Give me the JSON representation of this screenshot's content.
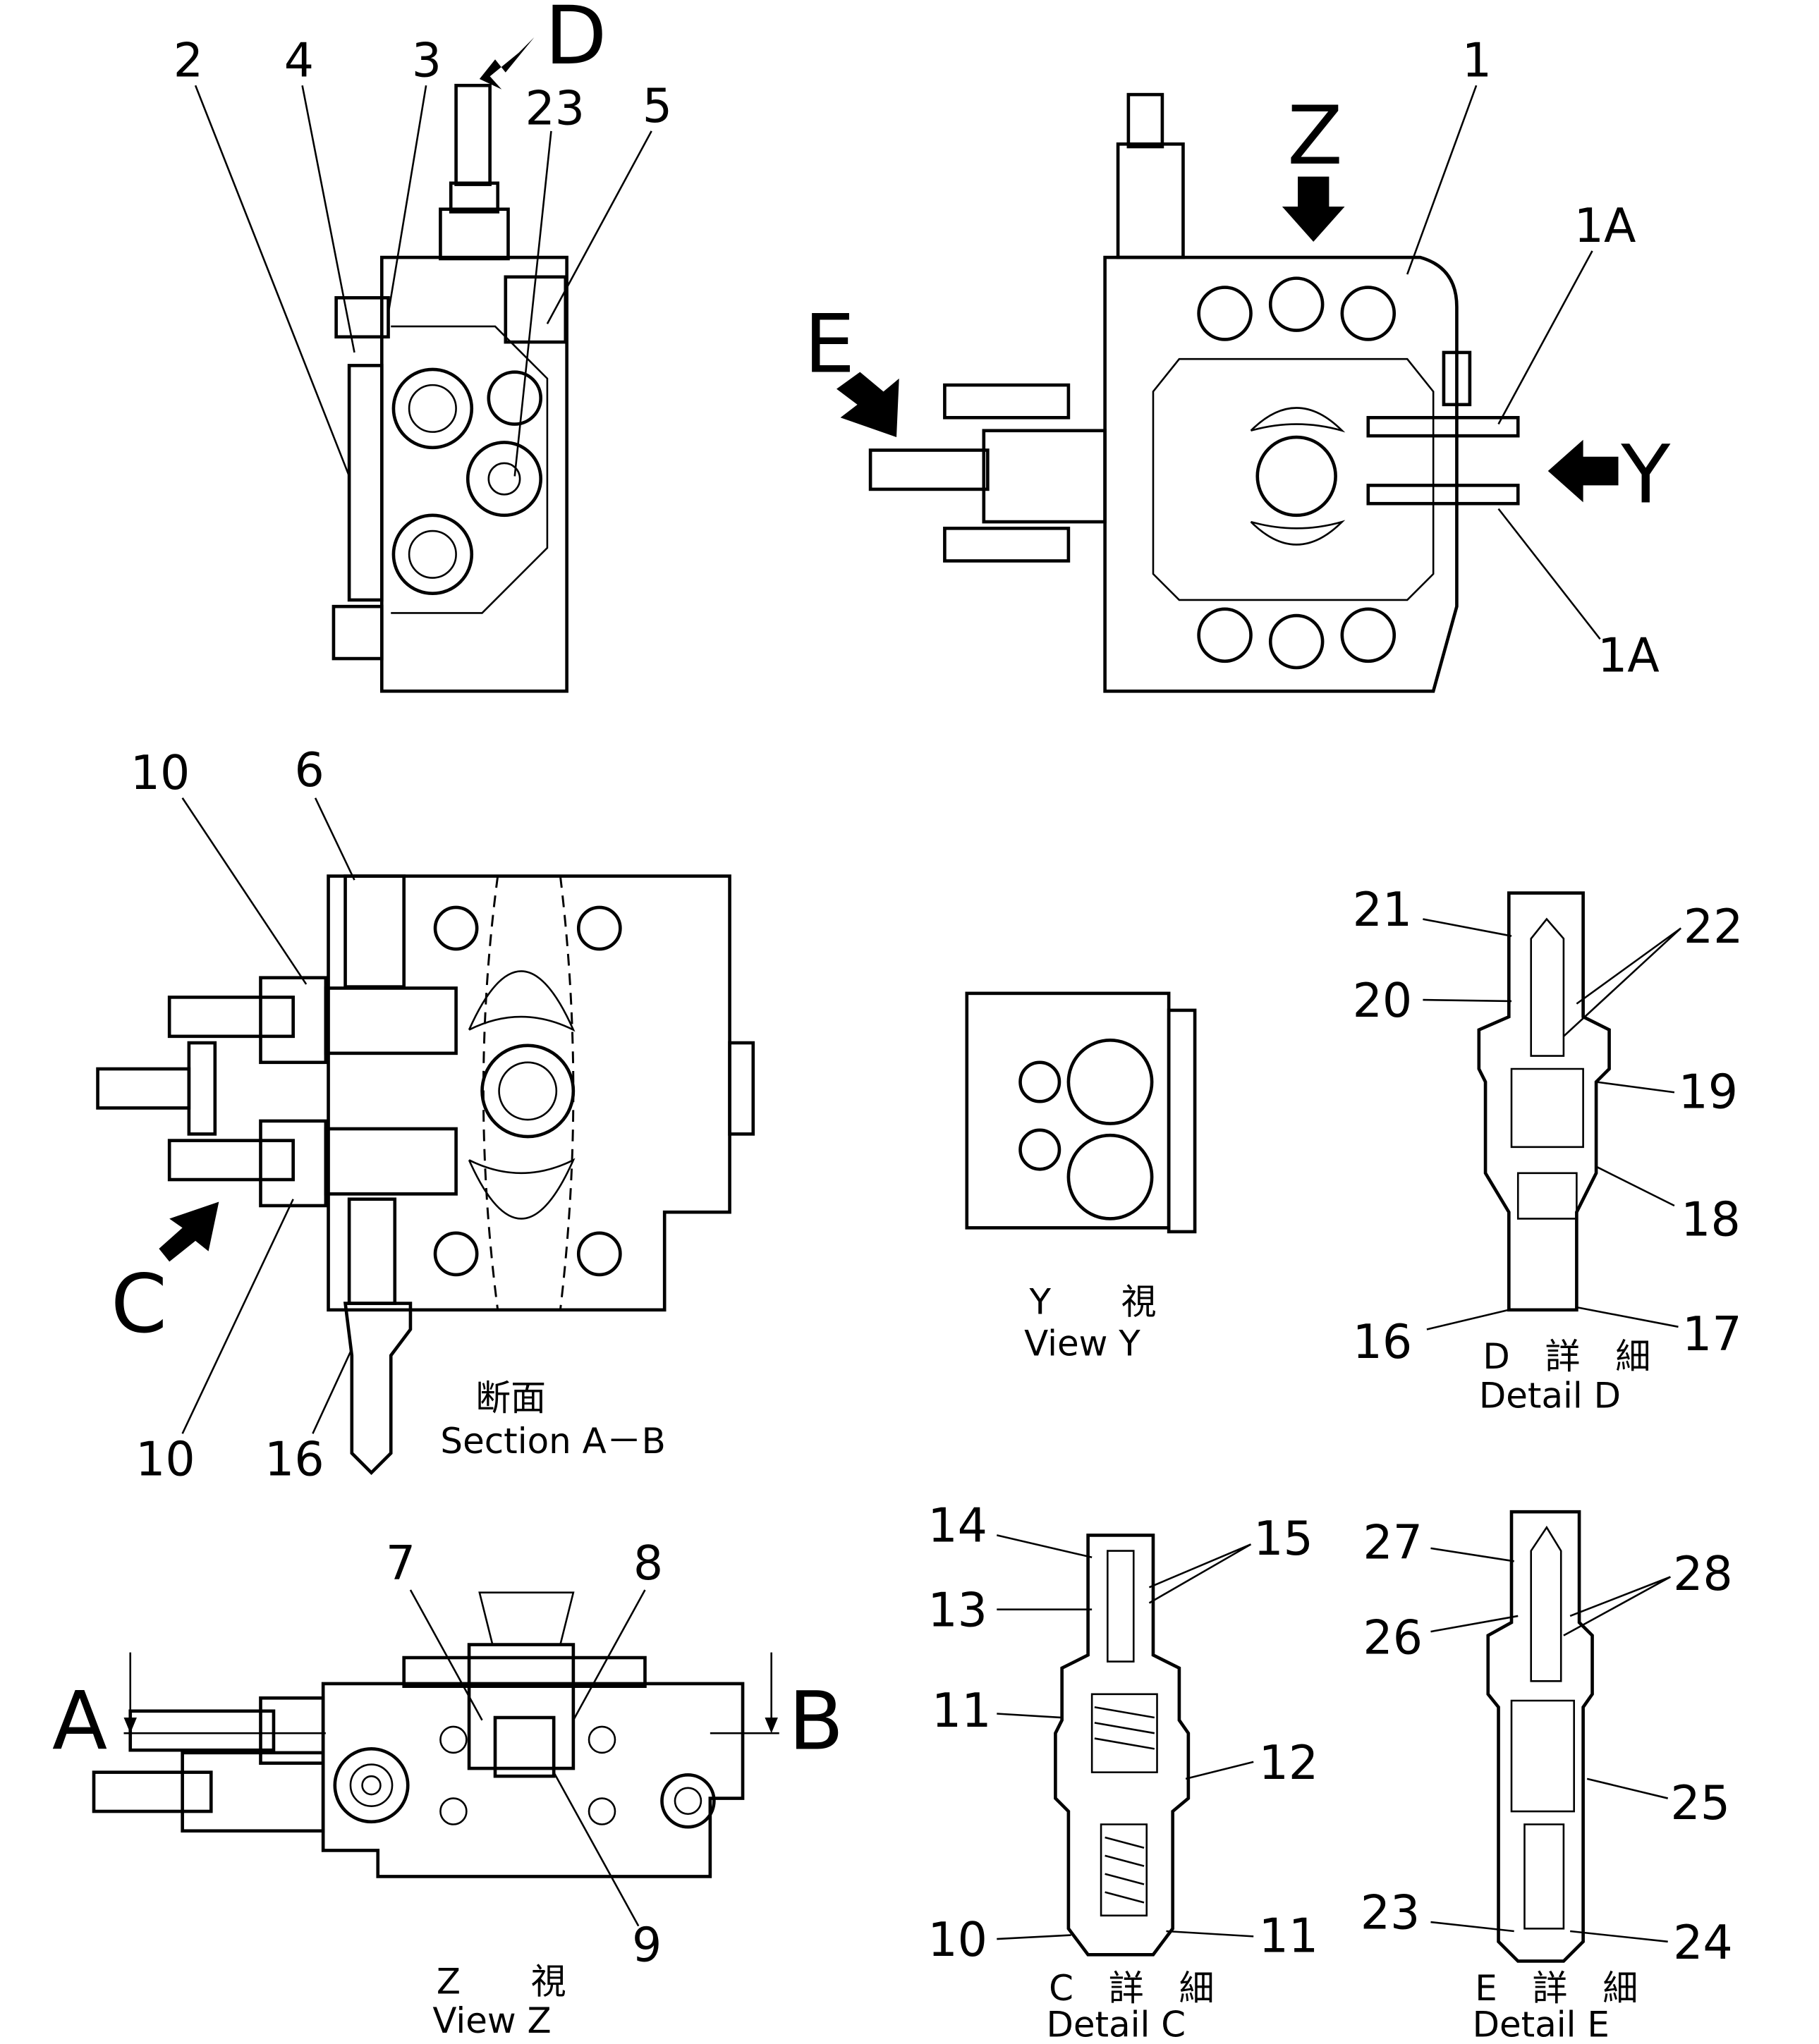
{
  "views": {
    "top_left": {
      "callouts": [
        "2",
        "4",
        "3",
        "D",
        "23",
        "5"
      ]
    },
    "top_right": {
      "callouts": [
        "1",
        "Z",
        "1A",
        "E",
        "Y",
        "1A"
      ]
    },
    "section_ab": {
      "callouts": [
        "10",
        "6",
        "C",
        "10",
        "16"
      ],
      "caption_jp": "断面",
      "caption": "Section A－B"
    },
    "view_y": {
      "caption_jp": "Y　　視",
      "caption": "View  Y"
    },
    "detail_d": {
      "callouts": [
        "21",
        "22",
        "20",
        "19",
        "18",
        "16",
        "17"
      ],
      "caption_jp": "D　詳　細",
      "caption": "Detail  D"
    },
    "view_z": {
      "callouts": [
        "7",
        "8",
        "A",
        "B",
        "9"
      ],
      "caption_jp": "Z　　視",
      "caption": "View  Z"
    },
    "detail_c": {
      "callouts": [
        "14",
        "15",
        "13",
        "11",
        "12",
        "10",
        "11"
      ],
      "caption_jp": "C　詳　細",
      "caption": "Detail  C"
    },
    "detail_e": {
      "callouts": [
        "27",
        "28",
        "26",
        "25",
        "23",
        "24"
      ],
      "caption_jp": "E　詳　細",
      "caption": "Detail  E"
    }
  }
}
